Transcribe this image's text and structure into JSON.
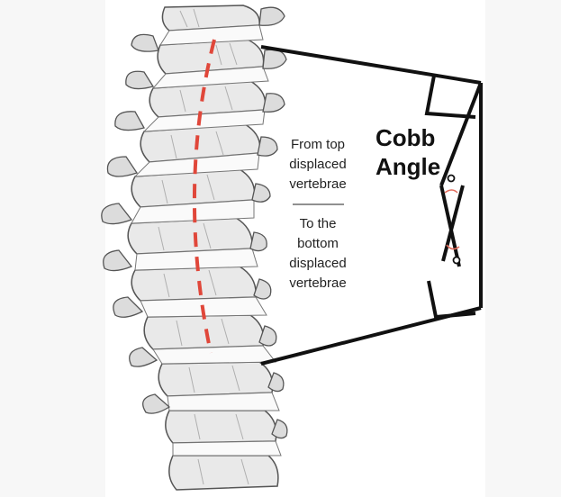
{
  "caption": {
    "top_lines": [
      "From top",
      "displaced",
      "vertebrae"
    ],
    "separator": "————",
    "bottom_lines": [
      "To the",
      "bottom",
      "displaced",
      "vertebrae"
    ]
  },
  "label": {
    "line1": "Cobb",
    "line2": "Angle"
  },
  "colors": {
    "spine_line": "#e0473a",
    "angle_arc": "#e26a5a",
    "lines": "#111111"
  }
}
